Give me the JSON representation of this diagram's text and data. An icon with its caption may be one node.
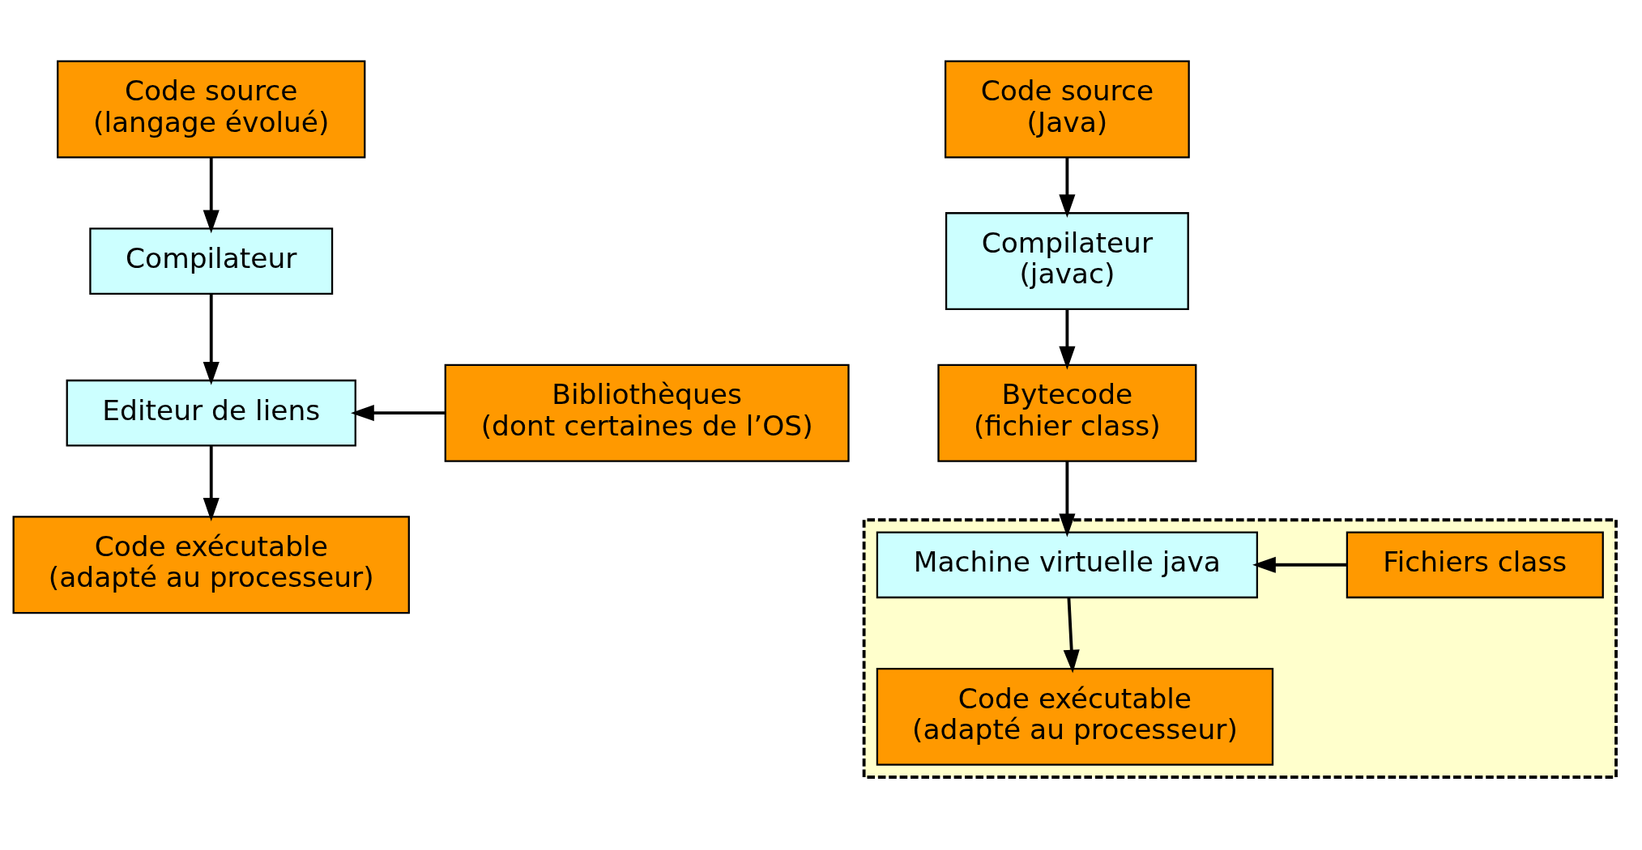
{
  "diagram": {
    "nodes": [
      {
        "text": [
          "Code source",
          "(langage évolué)"
        ]
      },
      {
        "text": [
          "Compilateur"
        ]
      },
      {
        "text": [
          "Editeur de liens"
        ]
      },
      {
        "text": [
          "Bibliothèques",
          "(dont certaines de l’OS)"
        ]
      },
      {
        "text": [
          "Code exécutable",
          "(adapté au processeur)"
        ]
      },
      {
        "text": [
          "Code source",
          "(Java)"
        ]
      },
      {
        "text": [
          "Compilateur",
          "(javac)"
        ]
      },
      {
        "text": [
          "Bytecode",
          "(fichier class)"
        ]
      },
      {
        "text": [],
        "shape": "box"
      },
      {
        "text": [
          "Machine virtuelle java"
        ],
        "in": 8
      },
      {
        "text": [
          "Fichiers class"
        ],
        "in": 8
      },
      {
        "text": [
          "Code exécutable",
          "(adapté au processeur)"
        ],
        "in": 8
      }
    ],
    "edges": [
      {
        "from": 0,
        "to": 1,
        "arrow": "to"
      },
      {
        "from": 1,
        "to": 2,
        "arrow": "to"
      },
      {
        "from": 3,
        "to": 2,
        "arrow": "to"
      },
      {
        "from": 2,
        "to": 4,
        "arrow": "to"
      },
      {
        "from": 5,
        "to": 6,
        "arrow": "to"
      },
      {
        "from": 6,
        "to": 7,
        "arrow": "to"
      },
      {
        "from": 7,
        "to": 9,
        "arrow": "to"
      },
      {
        "from": 10,
        "to": 9,
        "arrow": "to"
      },
      {
        "from": 9,
        "to": 11,
        "arrow": "to"
      }
    ]
  }
}
